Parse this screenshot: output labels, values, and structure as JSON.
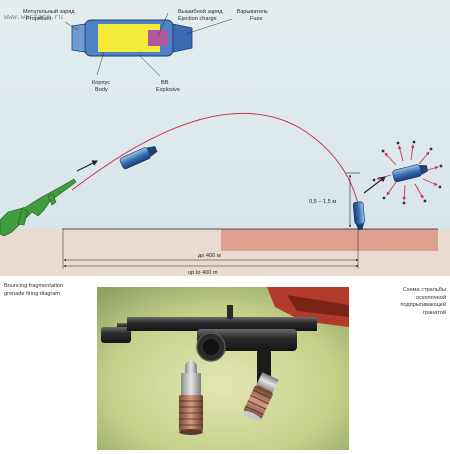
{
  "watermark": "www.warfare.ru",
  "cutaway_labels": {
    "propellant_ru": "Метательный заряд",
    "propellant_en": "Propellant",
    "ejection_ru": "Вышибной заряд",
    "ejection_en": "Ejection charge",
    "fuze_ru": "Взрыватель",
    "fuze_en": "Fuze",
    "body_ru": "Корпус",
    "body_en": "Body",
    "explosive_ru": "ВВ",
    "explosive_en": "Explosive"
  },
  "burst_height": "0,5 – 1,5 м",
  "range_ru": "до 400 м",
  "range_en": "up to 400 m",
  "caption_en_1": "Bouncing fragmentation",
  "caption_en_2": "grenade firing diagram",
  "caption_ru_1": "Схема стрельбы",
  "caption_ru_2": "осколочной",
  "caption_ru_3": "подпрыгивающей",
  "caption_ru_4": "гранатой",
  "colors": {
    "sky": "#dce8ec",
    "ground": "#e9d6cb",
    "target_zone": "#dda091",
    "trajectory": "#c8334a",
    "grenade": "#2e5fa0",
    "rifle": "#3f9d3f"
  }
}
